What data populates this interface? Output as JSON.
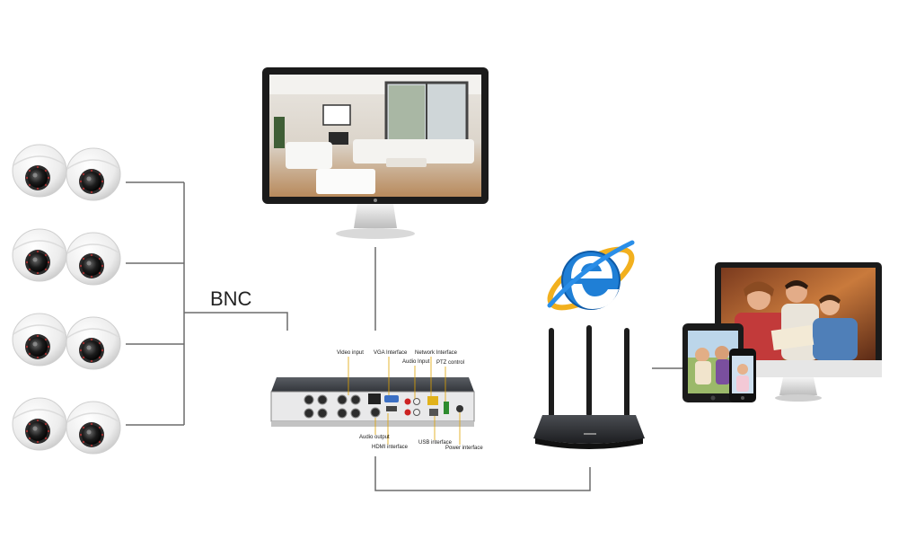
{
  "connection_label": "BNC",
  "dvr": {
    "labels": {
      "video_input": "Video input",
      "vga_interface": "VGA Interface",
      "audio_input": "Audio Input",
      "network_interface": "Network Interface",
      "ptz_control": "PTZ control",
      "audio_output": "Audio output",
      "hdmi_interface": "HDMI interface",
      "usb_interface": "USB interface",
      "power_interface": "Power interface"
    }
  },
  "colors": {
    "line": "#6b6b6b",
    "camera_body": "#f2f2f2",
    "dvr_body": "#3a3d42",
    "router_body": "#2b2d30",
    "ie_blue": "#1f7fd6",
    "ie_orbit": "#f2b01e",
    "label_pointer": "#e0a300"
  },
  "icons": [
    "dome-camera-icon",
    "monitor-icon",
    "dvr-recorder-icon",
    "router-icon",
    "internet-explorer-icon",
    "imac-icon",
    "tablet-icon",
    "smartphone-icon"
  ]
}
